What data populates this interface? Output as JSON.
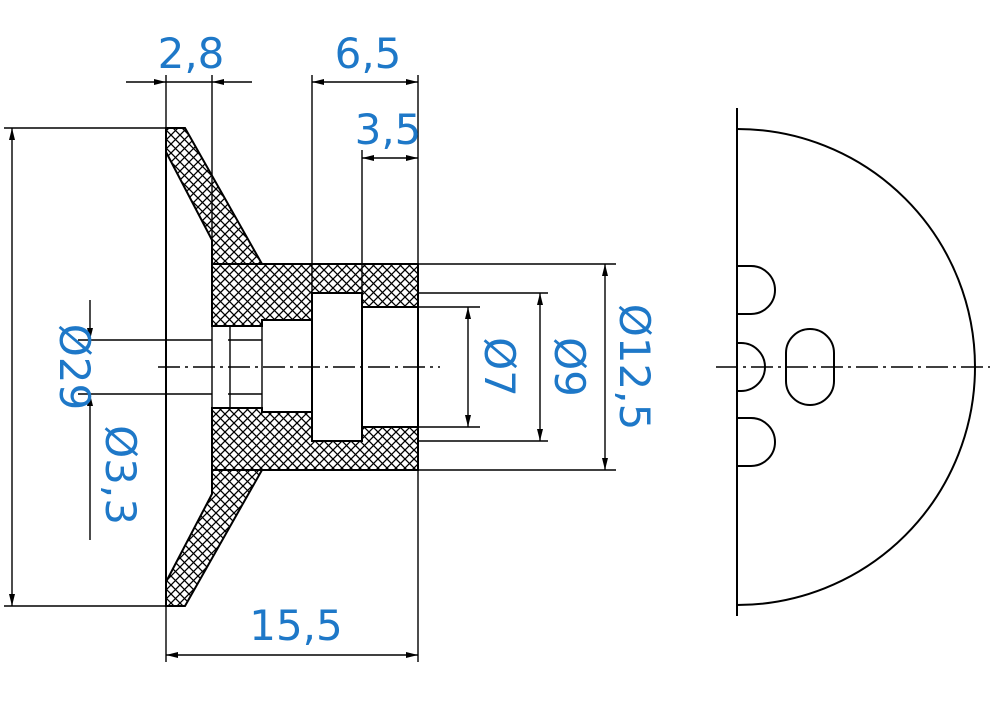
{
  "colors": {
    "dimension_text": "#1e78c8",
    "lines": "#000000",
    "background": "#ffffff"
  },
  "dimensions": {
    "lip_thickness": "2,8",
    "bore_depth": "6,5",
    "inner_step": "3,5",
    "overall_length": "15,5",
    "outer_diameter": "Ø29",
    "hole_diameter": "Ø3,3",
    "bore_diameter_small": "Ø7",
    "bore_diameter_large": "Ø9",
    "hub_diameter": "Ø12,5"
  }
}
